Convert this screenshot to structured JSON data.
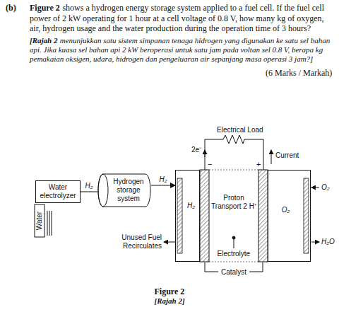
{
  "diagram": {
    "nodes": [
      {
        "text": [
          "Water electrolyzer"
        ]
      },
      {
        "text": [
          "Hydrogen storage system"
        ]
      },
      {
        "text": [
          "H₂"
        ]
      },
      {
        "text": [
          "Proton Transport 2 H⁺"
        ]
      },
      {
        "text": [
          "O₂"
        ]
      }
    ],
    "edges": [
      {
        "from": 0,
        "to": 1,
        "label": "H₂",
        "arrow": "none"
      },
      {
        "from": 1,
        "to": 2,
        "label": "H₂",
        "arrow": "to"
      }
    ],
    "labels": [
      "(b)",
      "Figure 2",
      "shows a hydrogen energy storage system applied to a fuel cell. If the fuel cell power of 2 kW operating for 1 hour at a cell voltage of 0.8 V, how many kg of oxygen, air, hydrogen usage and the water production during the operation time of 3 hours?",
      "[Rajah 2",
      "menunjukkan satu sistem simpanan tenaga hidrogen yang digunakan ke satu sel bahan api. Jika kuasa sel bahan api 2 kW beroperasi untuk satu jam pada voltan sel 0.8 V, berapa kg pemakaian oksigen, udara, hidrogen dan pengeluaran air sepanjang masa operasi 3 jam?]",
      "(6 Marks / Markah)",
      "Electrical Load",
      "2e⁻",
      "Current",
      "−",
      "+",
      "O₂",
      "H₂O",
      "Electrolyte",
      "Catalyst",
      "Unused Fuel Recirculates",
      "Water",
      "Figure 2",
      "[Rajah 2]"
    ]
  }
}
